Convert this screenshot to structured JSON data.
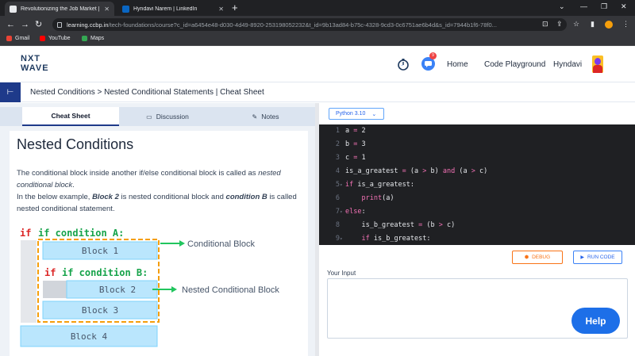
{
  "browser": {
    "tabs": [
      {
        "title": "Revolutionizing the Job Market |",
        "active": true
      },
      {
        "title": "Hyndavi Narem | LinkedIn",
        "active": false
      }
    ],
    "new_tab": "+",
    "url_host": "learning.ccbp.in",
    "url_path": "/tech-foundations/course?c_id=a6454e48-d030-4d49-8920-253198052232&t_id=9b13ad84-b75c-4328-9cd3-0c6751ae6b4d&s_id=7944b1f6-78f0...",
    "bookmarks": [
      {
        "label": "Gmail",
        "color": "#ea4335"
      },
      {
        "label": "YouTube",
        "color": "#ff0000"
      },
      {
        "label": "Maps",
        "color": "#34a853"
      }
    ]
  },
  "header": {
    "logo_line1": "NXT",
    "logo_line2": "WAVE",
    "chat_badge": "9",
    "nav": [
      "Home",
      "Code Playground",
      "Hyndavi"
    ]
  },
  "breadcrumb": {
    "collapse_icon": "⊢",
    "text": "Nested Conditions > Nested Conditional Statements | Cheat Sheet"
  },
  "left": {
    "tabs": [
      {
        "label": "Cheat Sheet",
        "icon": "",
        "active": true
      },
      {
        "label": "Discussion",
        "icon": "chat-icon",
        "active": false
      },
      {
        "label": "Notes",
        "icon": "notes-icon",
        "active": false
      }
    ],
    "title": "Nested Conditions",
    "para": {
      "p1a": "The conditional block inside another if/else conditional block is called as ",
      "p1b": "nested conditional block",
      "p1c": ".",
      "p2a": "In the below example, ",
      "p2b": "Block 2",
      "p2c": " is nested conditional block and ",
      "p2d": "condition B",
      "p2e": " is called nested conditional statement."
    },
    "diagram": {
      "if_a": "if condition A:",
      "if_b": "if condition B:",
      "block1": "Block 1",
      "block2": "Block 2",
      "block3": "Block 3",
      "block4": "Block 4",
      "label_cond": "Conditional Block",
      "label_nested": "Nested Conditional Block"
    }
  },
  "right": {
    "python_version": "Python 3.10",
    "code_lines": [
      {
        "n": "1",
        "fold": ""
      },
      {
        "n": "2",
        "fold": ""
      },
      {
        "n": "3",
        "fold": ""
      },
      {
        "n": "4",
        "fold": ""
      },
      {
        "n": "5",
        "fold": "▾"
      },
      {
        "n": "6",
        "fold": ""
      },
      {
        "n": "7",
        "fold": "▾"
      },
      {
        "n": "8",
        "fold": ""
      },
      {
        "n": "9",
        "fold": "▾"
      }
    ],
    "debug_label": "DEBUG",
    "run_label": "RUN CODE",
    "input_label": "Your Input",
    "help_label": "Help"
  }
}
